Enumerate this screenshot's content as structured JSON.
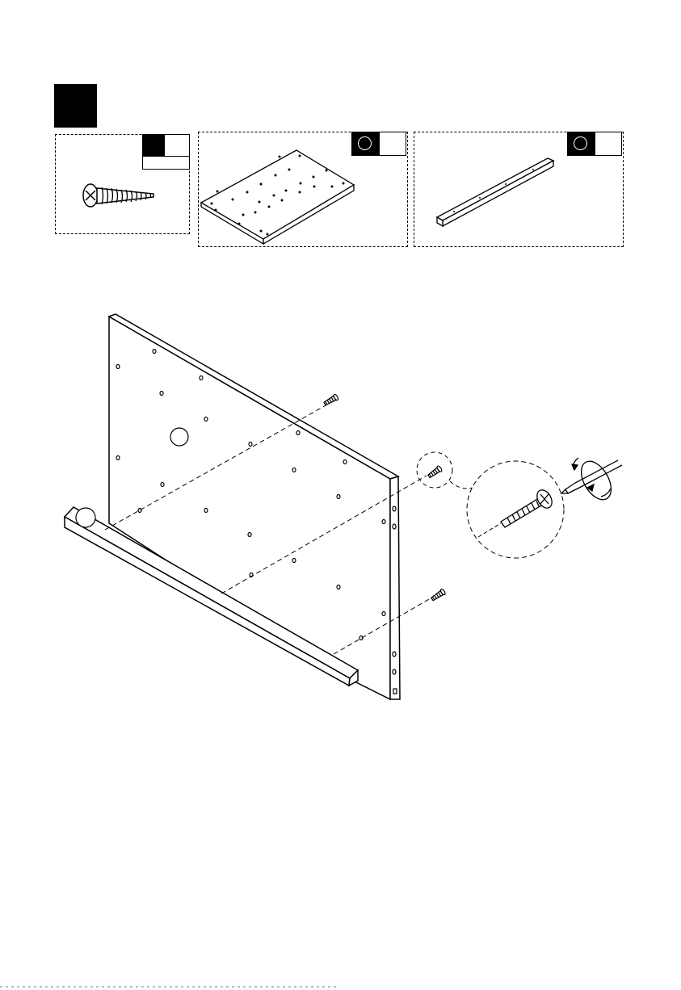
{
  "document": {
    "page": "assembly-instruction-step",
    "parts": [
      {
        "id": "screw",
        "icon": "screw-icon"
      },
      {
        "id": "panel",
        "icon": "panel-icon"
      },
      {
        "id": "rail",
        "icon": "rail-icon"
      }
    ],
    "tool": "screwdriver-icon"
  }
}
